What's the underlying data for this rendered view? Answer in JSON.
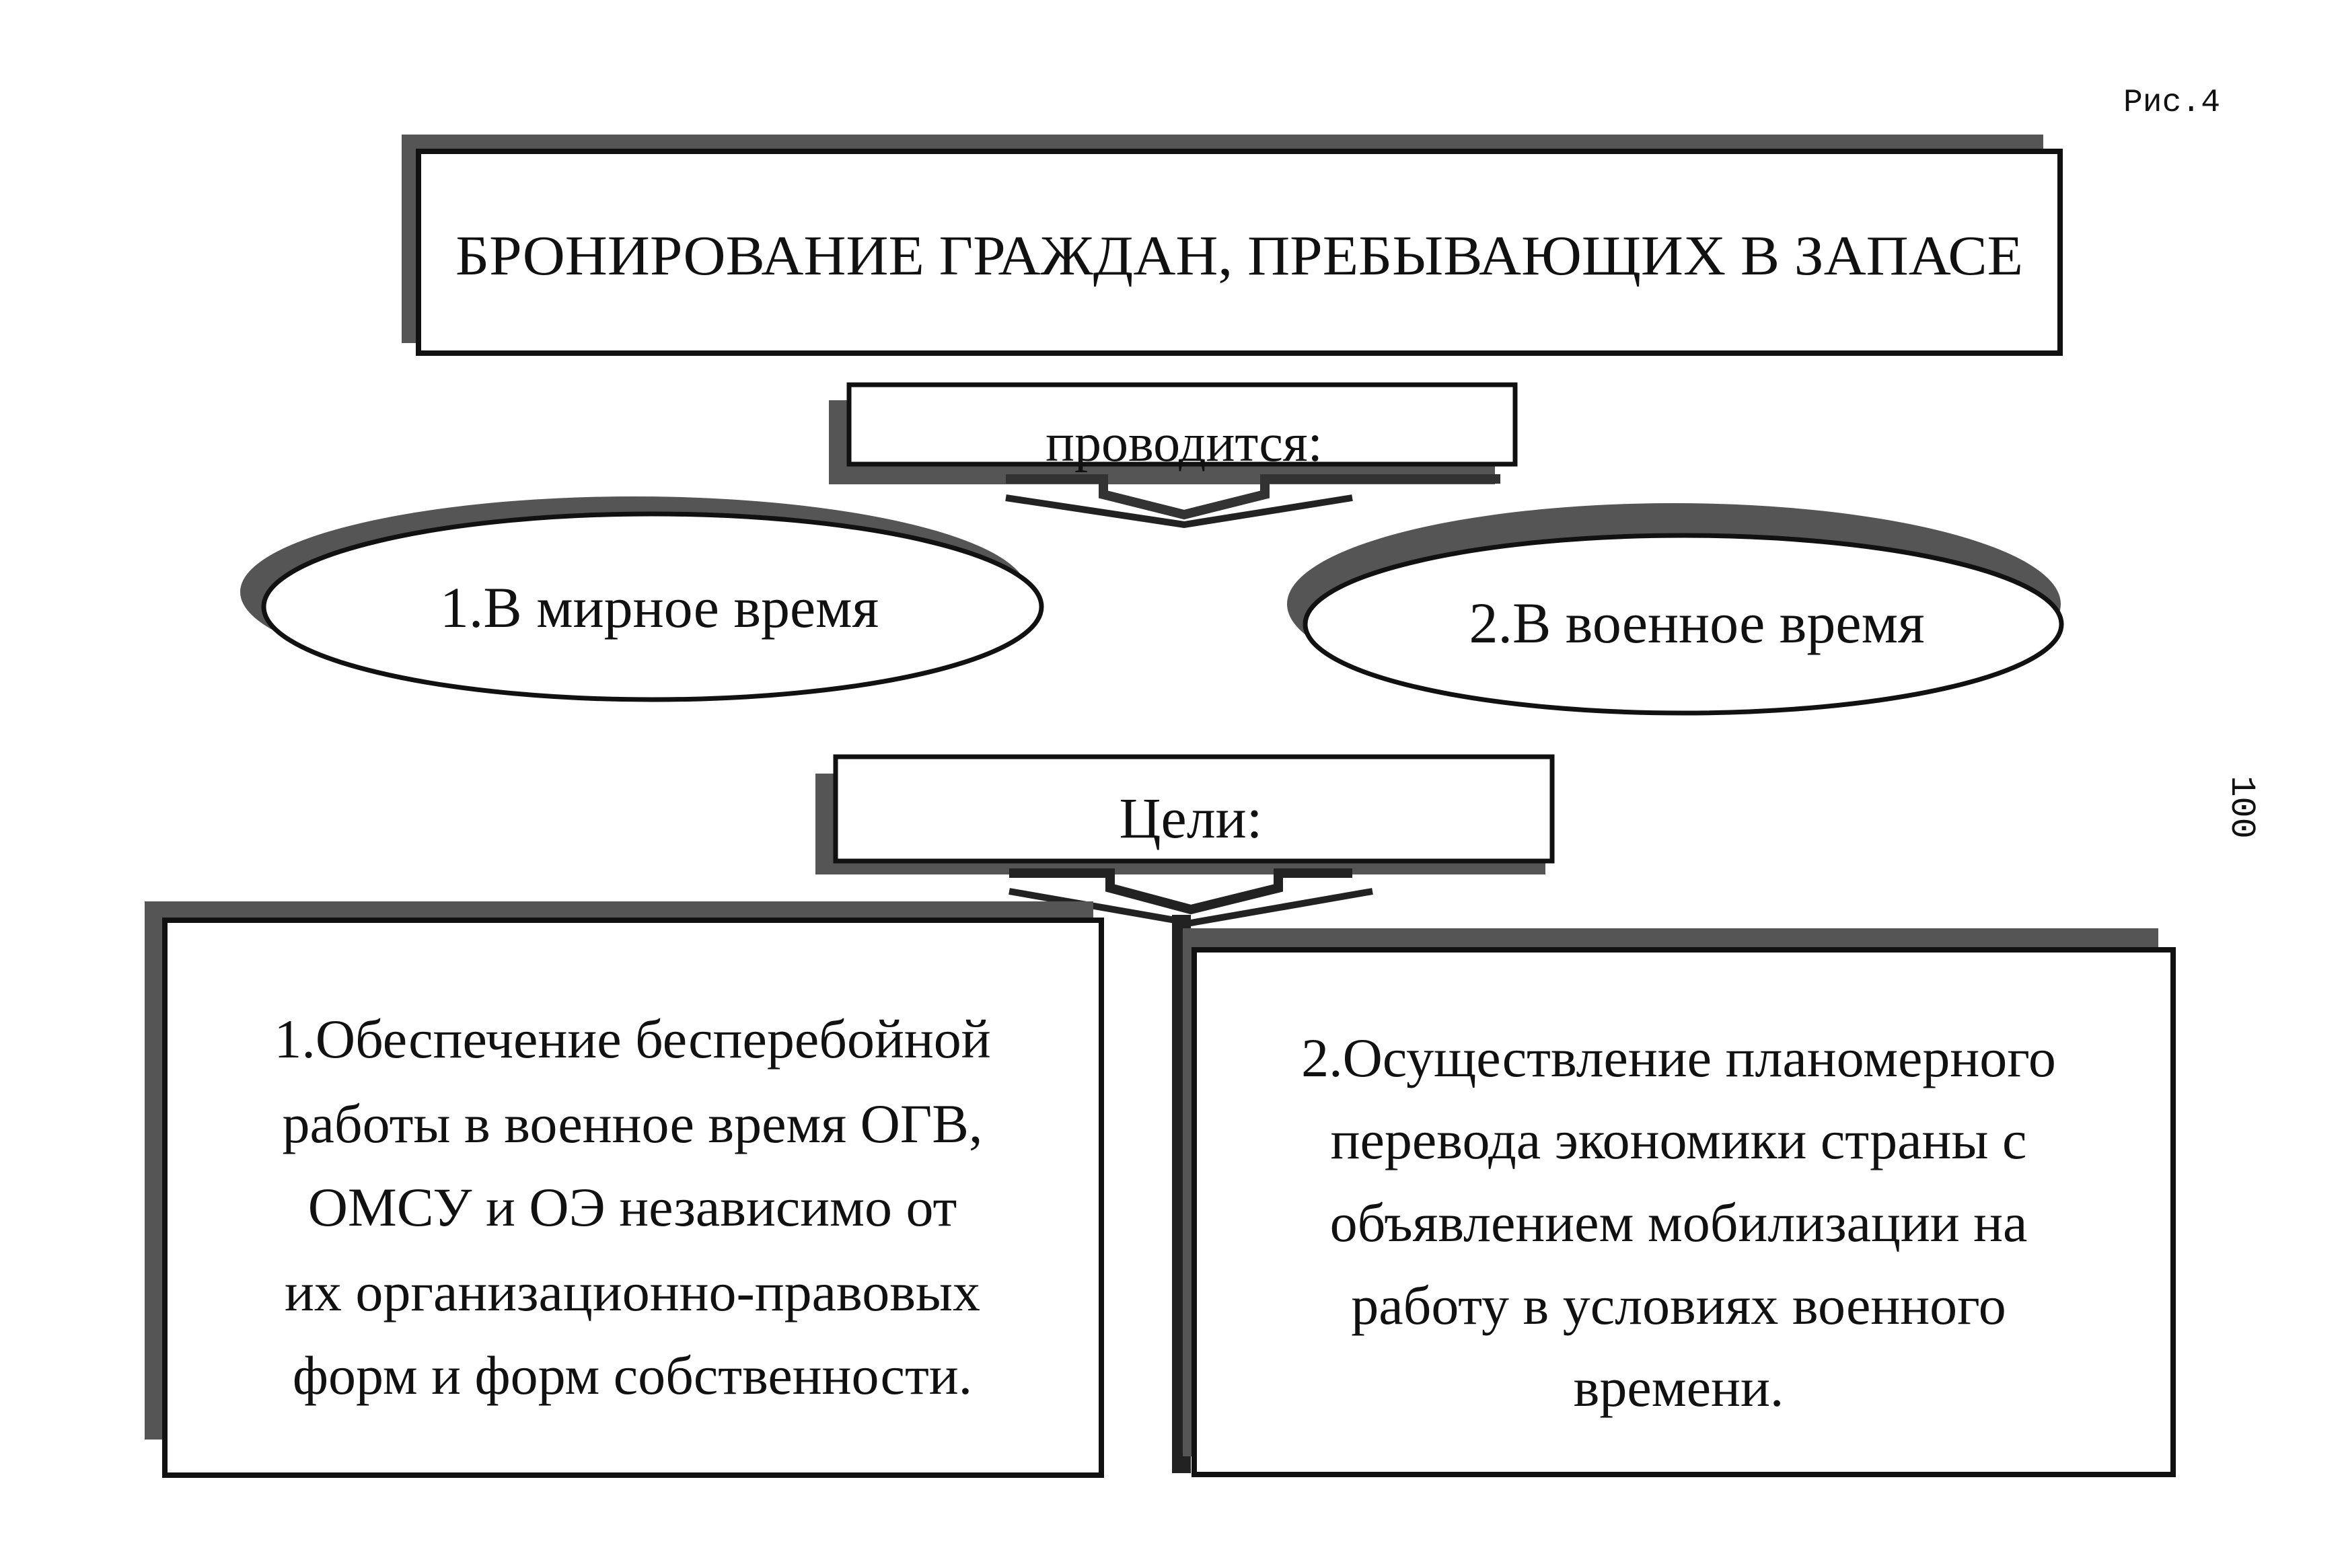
{
  "figure_label": "Рис.4",
  "page_number": "100",
  "title": "БРОНИРОВАНИЕ ГРАЖДАН, ПРЕБЫВАЮЩИХ  В  ЗАПАСЕ",
  "conducted_label": "проводится:",
  "periods": [
    {
      "label": "1.В мирное время"
    },
    {
      "label": "2.В военное время"
    }
  ],
  "goals_label": "Цели:",
  "goals": [
    {
      "lines": [
        "1.Обеспечение бесперебойной",
        "работы в военное время ОГВ,",
        "ОМСУ и ОЭ независимо от",
        "их организационно-правовых",
        "форм и форм собственности."
      ]
    },
    {
      "lines": [
        "2.Осуществление планомерного",
        "перевода экономики страны с",
        "объявлением мобилизации на",
        "работу в условиях военного",
        "времени."
      ]
    }
  ]
}
